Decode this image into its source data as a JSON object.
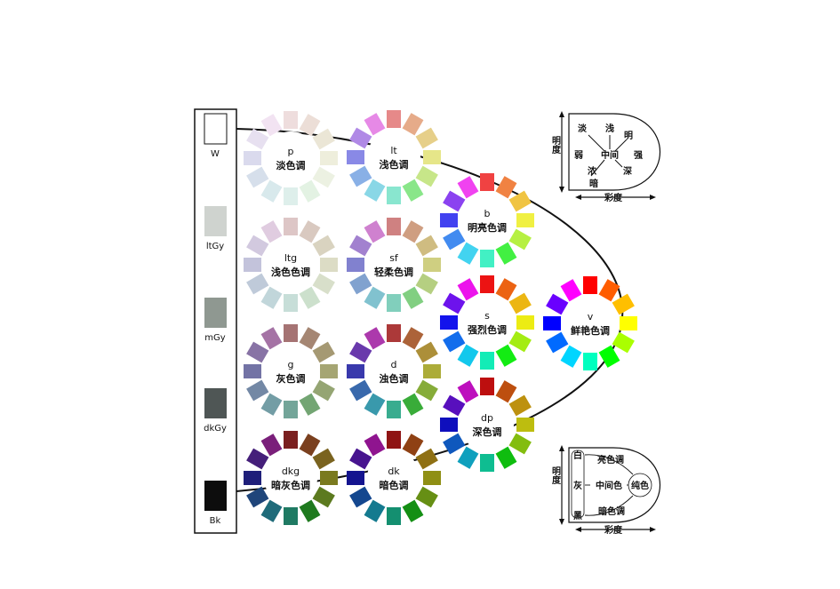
{
  "gray_scale": [
    {
      "label": "W",
      "color": "#ffffff"
    },
    {
      "label": "ltGy",
      "color": "#cfd3cf"
    },
    {
      "label": "mGy",
      "color": "#8f9891"
    },
    {
      "label": "dkGy",
      "color": "#4f5655"
    },
    {
      "label": "Bk",
      "color": "#0d0d0d"
    }
  ],
  "tones": [
    {
      "abbr": "p",
      "name": "淡色调",
      "lightness": 0.9,
      "saturation": 0.35
    },
    {
      "abbr": "lt",
      "name": "浅色调",
      "lightness": 0.72,
      "saturation": 0.65
    },
    {
      "abbr": "b",
      "name": "明亮色调",
      "lightness": 0.6,
      "saturation": 0.85
    },
    {
      "abbr": "ltg",
      "name": "浅色色调",
      "lightness": 0.82,
      "saturation": 0.25
    },
    {
      "abbr": "sf",
      "name": "轻柔色调",
      "lightness": 0.66,
      "saturation": 0.45
    },
    {
      "abbr": "s",
      "name": "强烈色调",
      "lightness": 0.5,
      "saturation": 0.85
    },
    {
      "abbr": "v",
      "name": "鲜艳色调",
      "lightness": 0.5,
      "saturation": 1.0
    },
    {
      "abbr": "g",
      "name": "灰色调",
      "lightness": 0.55,
      "saturation": 0.22
    },
    {
      "abbr": "d",
      "name": "浊色调",
      "lightness": 0.45,
      "saturation": 0.5
    },
    {
      "abbr": "dp",
      "name": "深色调",
      "lightness": 0.4,
      "saturation": 0.85
    },
    {
      "abbr": "dkg",
      "name": "暗灰色调",
      "lightness": 0.3,
      "saturation": 0.6
    },
    {
      "abbr": "dk",
      "name": "暗色调",
      "lightness": 0.32,
      "saturation": 0.75
    }
  ],
  "legend_top": {
    "axis_lightness": "明度",
    "axis_chroma": "彩度",
    "words": [
      "淡",
      "浅",
      "明",
      "弱",
      "中间",
      "强",
      "浓",
      "深",
      "暗"
    ]
  },
  "legend_bottom": {
    "axis_lightness": "明度",
    "axis_chroma": "彩度",
    "white": "白",
    "gray": "灰",
    "black": "黑",
    "light_tones": "亮色调",
    "middle_colors": "中间色",
    "dark_tones": "暗色调",
    "pure": "纯色"
  }
}
